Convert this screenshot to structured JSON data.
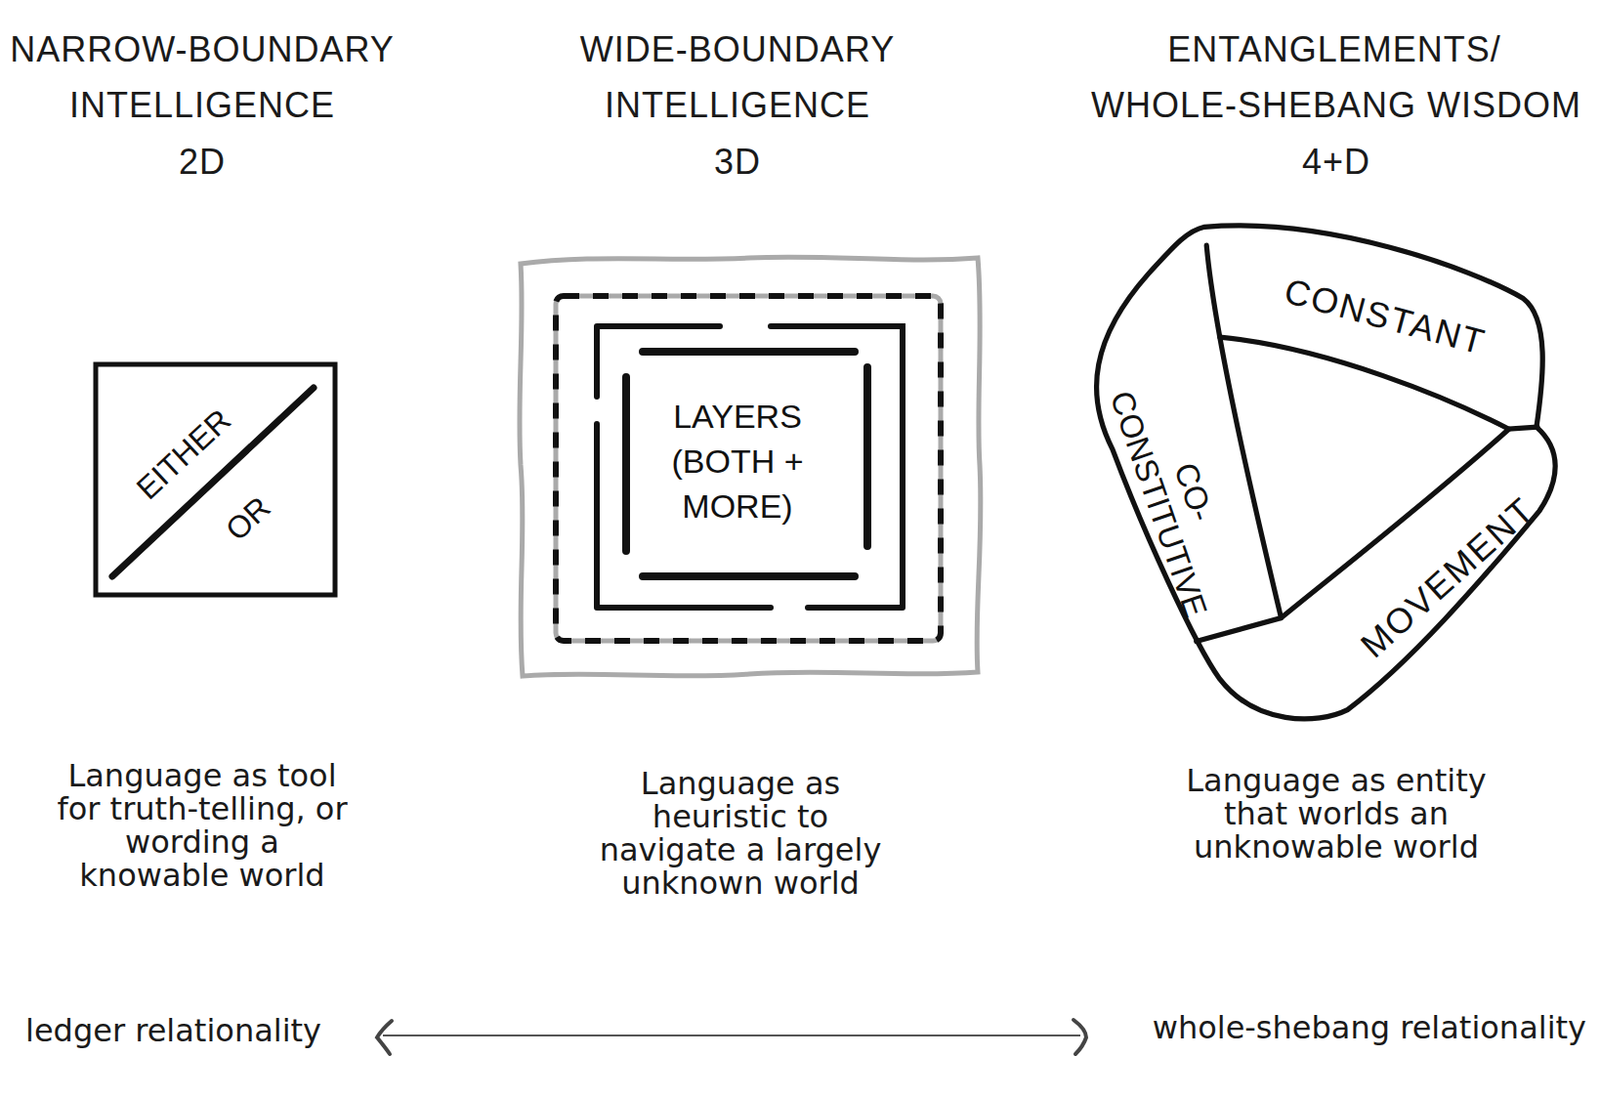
{
  "diagram": {
    "nodes": [
      {
        "text": [
          "EITHER",
          "OR"
        ]
      },
      {
        "text": [
          "LAYERS (BOTH + MORE)"
        ]
      },
      {
        "text": [
          "CONSTANT",
          "CO-CONSTITUTIVE",
          "MOVEMENT"
        ]
      }
    ],
    "labels": [
      "NARROW-BOUNDARY INTELLIGENCE",
      "2D",
      "WIDE-BOUNDARY INTELLIGENCE",
      "3D",
      "ENTANGLEMENTS/",
      "WHOLE-SHEBANG WISDOM",
      "4+D",
      "Language as tool for truth-telling, or wording a knowable world",
      "Language as heuristic to navigate a largely unknown world",
      "Language as entity that worlds an unknowable world",
      "ledger relationality",
      "whole-shebang relationality"
    ]
  }
}
